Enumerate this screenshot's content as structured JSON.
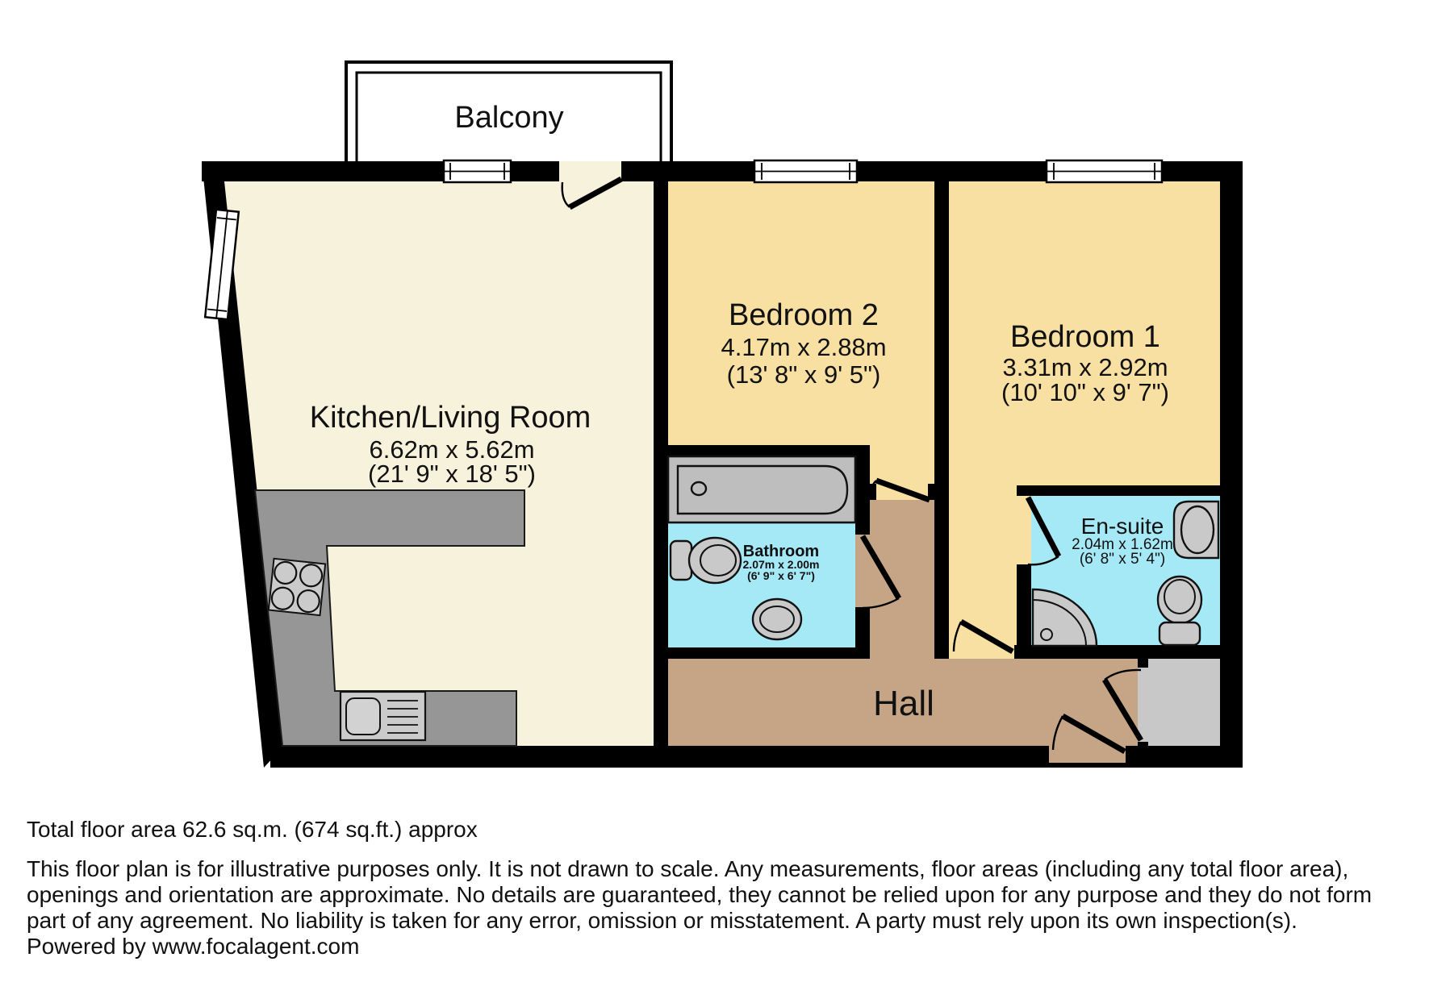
{
  "title": "Floor plan",
  "colors": {
    "wall": "#000000",
    "kitchen_floor": "#f7f2dc",
    "bedroom_floor": "#f8e0a2",
    "bathroom_floor": "#a5e9f7",
    "hall_floor": "#c5a585",
    "cupboard_floor": "#c8c8c8",
    "counter_gray": "#969696",
    "fixture_gray": "#c9c9c9"
  },
  "rooms": {
    "balcony": {
      "label": "Balcony"
    },
    "kitchen_living": {
      "label": "Kitchen/Living Room",
      "dim_metric": "6.62m x 5.62m",
      "dim_imperial": "(21' 9\" x 18' 5\")"
    },
    "bedroom2": {
      "label": "Bedroom 2",
      "dim_metric": "4.17m x 2.88m",
      "dim_imperial": "(13' 8\" x 9' 5\")"
    },
    "bedroom1": {
      "label": "Bedroom 1",
      "dim_metric": "3.31m x 2.92m",
      "dim_imperial": "(10' 10\" x 9' 7\")"
    },
    "bathroom": {
      "label": "Bathroom",
      "dim_metric": "2.07m x 2.00m",
      "dim_imperial": "(6' 9\" x 6' 7\")"
    },
    "ensuite": {
      "label": "En-suite",
      "dim_metric": "2.04m x 1.62m",
      "dim_imperial": "(6' 8\" x 5' 4\")"
    },
    "hall": {
      "label": "Hall"
    }
  },
  "footer": {
    "total_area": "Total floor area 62.6 sq.m. (674 sq.ft.) approx",
    "disclaimer": "This floor plan is for illustrative purposes only. It is not drawn to scale. Any measurements, floor areas (including any total floor area), openings and orientation are approximate. No details are guaranteed, they cannot be relied upon for any purpose and they do not form part of any agreement. No liability is taken for any error, omission or misstatement. A party must rely upon its own inspection(s). Powered by www.focalagent.com"
  }
}
